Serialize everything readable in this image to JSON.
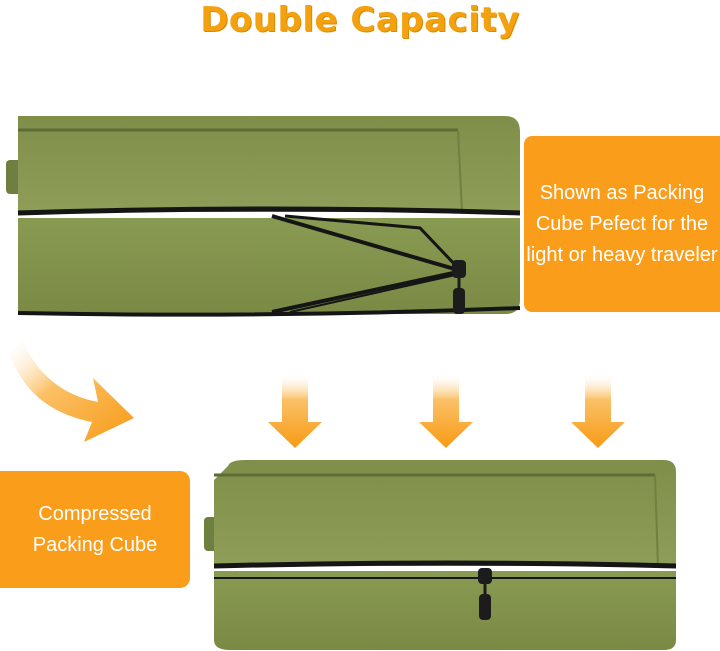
{
  "title": "Double Capacity",
  "callouts": {
    "expanded": "Shown as Packing\nCube Pefect for the\nlight or heavy traveler",
    "compressed": "Compressed\nPacking Cube"
  },
  "colors": {
    "title": "#f4a10f",
    "callout_bg": "#f99d1b",
    "callout_text": "#ffffff",
    "cube": "#8a9a55",
    "cube_dark": "#6f7f3f",
    "zipper": "#151515",
    "arrow": "#f7a21c"
  },
  "icons": [
    "curved-arrow-icon",
    "down-arrow-icon"
  ]
}
